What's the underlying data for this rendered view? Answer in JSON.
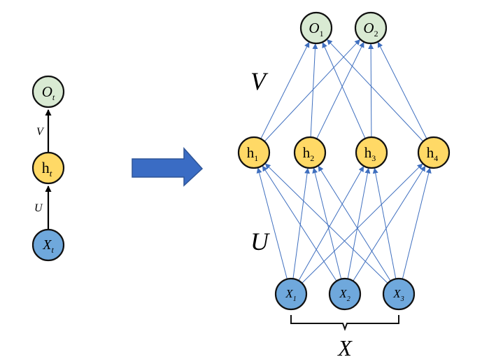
{
  "colors": {
    "output_fill": "#d9ead3",
    "hidden_fill": "#ffd966",
    "input_fill": "#6fa8dc",
    "node_stroke": "#111111",
    "edge": "#3f6fbf",
    "arrow_fill": "#3a6cc4",
    "arrow_stroke": "#2f5597",
    "compact_arrow": "#000000",
    "text": "#000000"
  },
  "compact": {
    "output": {
      "base": "O",
      "sub": "t"
    },
    "hidden": {
      "base": "h",
      "sub": "t"
    },
    "input": {
      "base": "X",
      "sub": "t"
    },
    "label_v": "V",
    "label_u": "U"
  },
  "transition_arrow_icon": "block-right-arrow",
  "unrolled": {
    "outputs": [
      {
        "base": "O",
        "sub": "1"
      },
      {
        "base": "O",
        "sub": "2"
      }
    ],
    "hidden": [
      {
        "base": "h",
        "sub": "1"
      },
      {
        "base": "h",
        "sub": "2"
      },
      {
        "base": "h",
        "sub": "3"
      },
      {
        "base": "h",
        "sub": "4"
      }
    ],
    "inputs": [
      {
        "base": "X",
        "sub": "1"
      },
      {
        "base": "X",
        "sub": "2"
      },
      {
        "base": "X",
        "sub": "3"
      }
    ],
    "label_v": "V",
    "label_u": "U",
    "brace_label": "X"
  }
}
